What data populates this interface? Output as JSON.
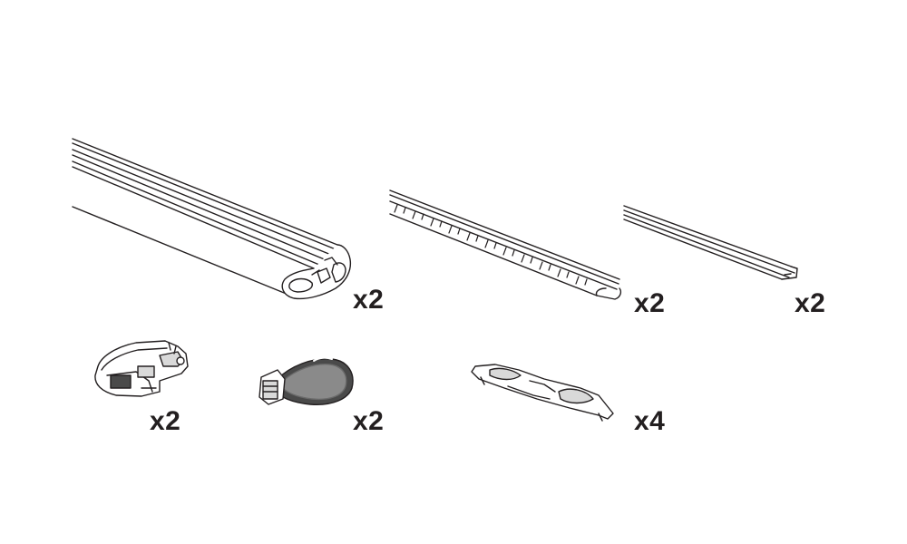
{
  "parts": [
    {
      "name": "load-bar",
      "quantity": "x2"
    },
    {
      "name": "t-track-cover-strip",
      "quantity": "x2"
    },
    {
      "name": "rubber-strip",
      "quantity": "x2"
    },
    {
      "name": "foot-adapter",
      "quantity": "x2"
    },
    {
      "name": "end-cap",
      "quantity": "x2"
    },
    {
      "name": "mounting-plate",
      "quantity": "x4"
    }
  ],
  "colors": {
    "line": "#231f20",
    "fill_light": "#ffffff",
    "fill_grey": "#d9d9d9",
    "fill_dark": "#4a4a4a"
  }
}
